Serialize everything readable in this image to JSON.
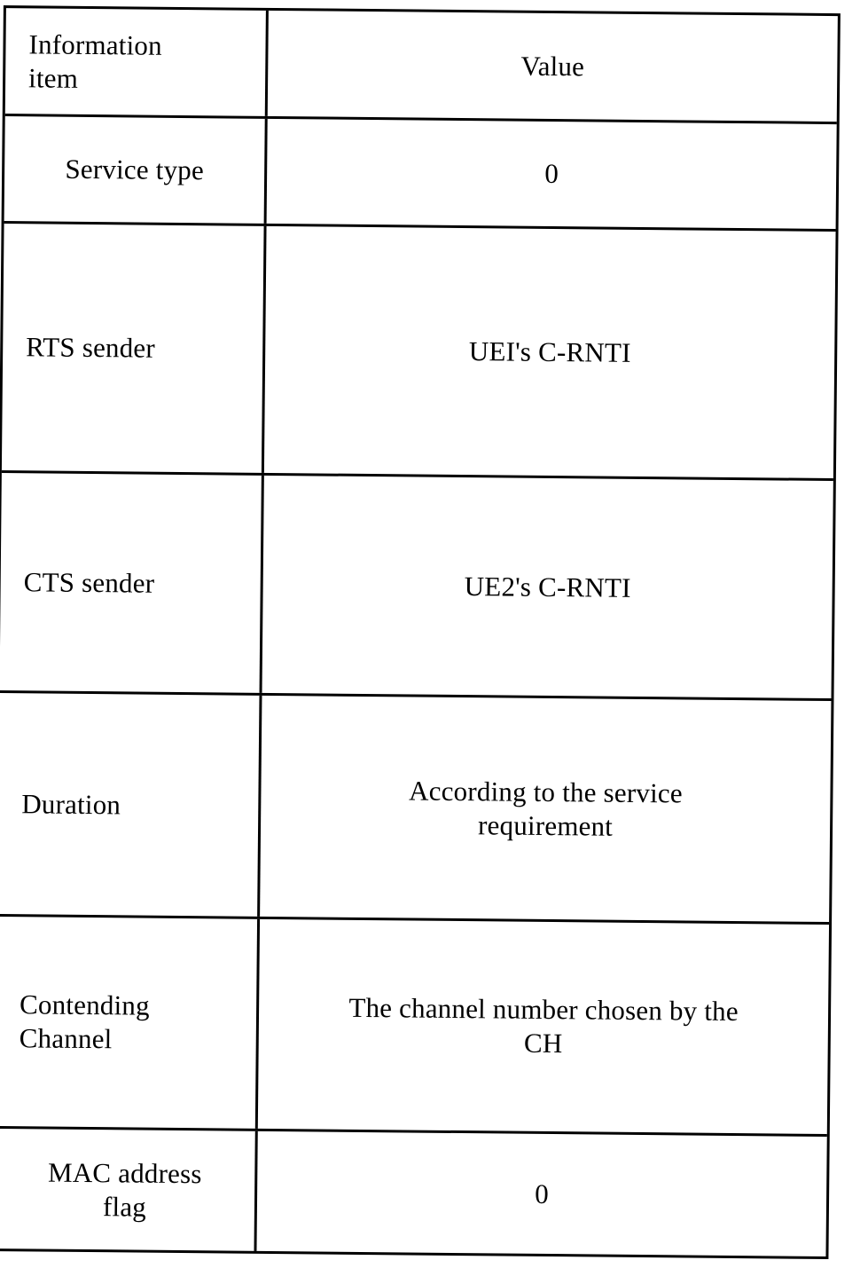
{
  "document": {
    "type": "table",
    "background_color": "#ffffff",
    "ink_color": "#000000"
  },
  "table": {
    "columns": [
      {
        "key": "item",
        "header": "Information\nitem"
      },
      {
        "key": "value",
        "header": "Value"
      }
    ],
    "rows": [
      {
        "item": "Service type",
        "value": "0"
      },
      {
        "item": "RTS sender",
        "value": "UEI's C-RNTI"
      },
      {
        "item": "CTS sender",
        "value": "UE2's C-RNTI"
      },
      {
        "item": "Duration",
        "value": "According to the service\nrequirement"
      },
      {
        "item": "Contending\nChannel",
        "value": "The channel number chosen by the\nCH"
      },
      {
        "item": "MAC address\nflag",
        "value": "0"
      }
    ]
  }
}
